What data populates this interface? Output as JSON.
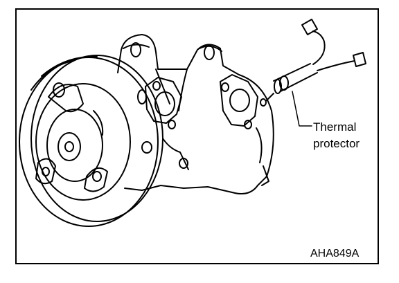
{
  "diagram": {
    "callout": {
      "line1": "Thermal",
      "line2": "protector"
    },
    "figure_code": "AHA849A"
  }
}
